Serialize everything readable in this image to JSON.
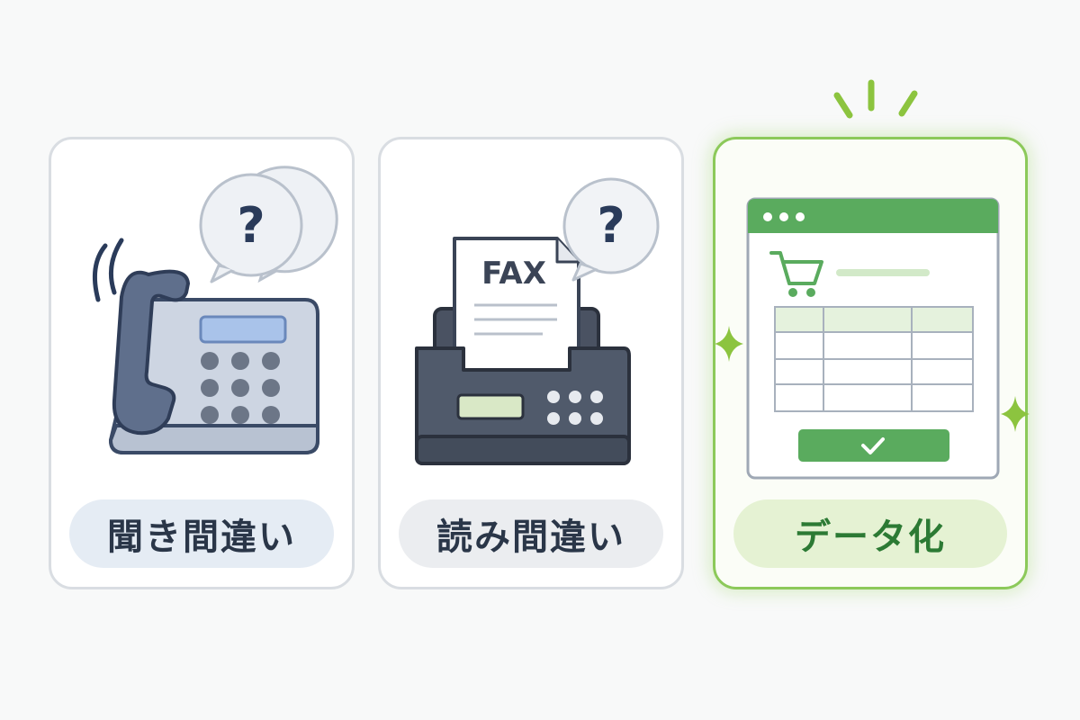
{
  "cards": [
    {
      "label": "聞き間違い",
      "icon": "telephone-icon",
      "bubble": "?"
    },
    {
      "label": "読み間違い",
      "icon": "fax-machine-icon",
      "bubble": "?",
      "paper_text": "FAX"
    },
    {
      "label": "データ化",
      "icon": "data-form-icon"
    }
  ],
  "colors": {
    "accent_green": "#5aab5e",
    "highlight_border": "#8cc95a",
    "neutral_border": "#d9dde2",
    "dark_navy": "#2a3b5a"
  }
}
